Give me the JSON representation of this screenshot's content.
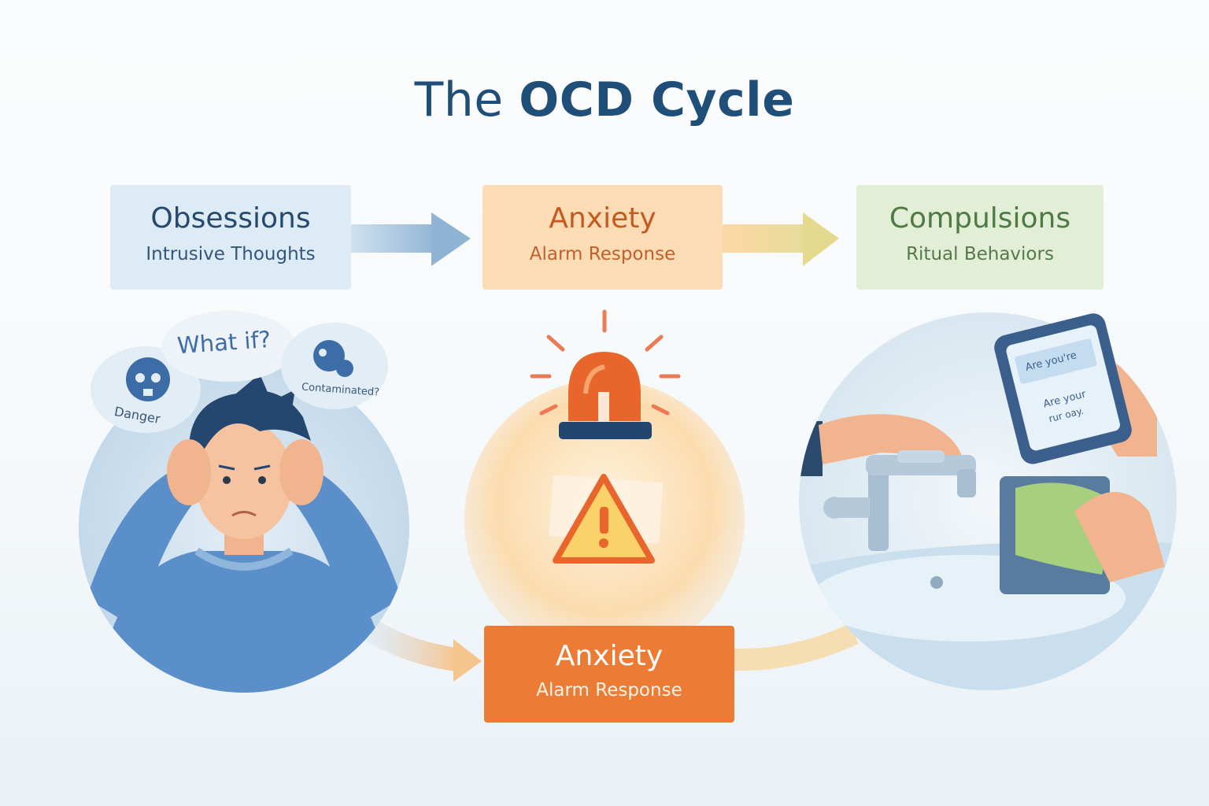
{
  "title": {
    "prefix": "The",
    "emphasis": "OCD Cycle"
  },
  "stages": {
    "obsessions": {
      "name": "Obsessions",
      "subtitle": "Intrusive Thoughts"
    },
    "anxiety": {
      "name": "Anxiety",
      "subtitle": "Alarm Response"
    },
    "compulsions": {
      "name": "Compulsions",
      "subtitle": "Ritual Behaviors"
    },
    "anxiety_bottom": {
      "name": "Anxiety",
      "subtitle": "Alarm Response"
    }
  },
  "thoughts": {
    "question": "What if?",
    "danger": "Danger",
    "contaminated": "Contaminated?"
  },
  "phone": {
    "line1": "Are you're",
    "line2": "Are your",
    "line3": "rur oay."
  },
  "colors": {
    "title": "#1f4e78",
    "obsessions": "#dcebf5",
    "anxiety": "#fcdcb4",
    "compulsions": "#e2eed6",
    "anxiety_alert": "#ec7b35"
  },
  "icons": [
    "skull-icon",
    "contamination-icon",
    "siren-icon",
    "warning-icon",
    "faucet-icon",
    "phone-icon"
  ]
}
